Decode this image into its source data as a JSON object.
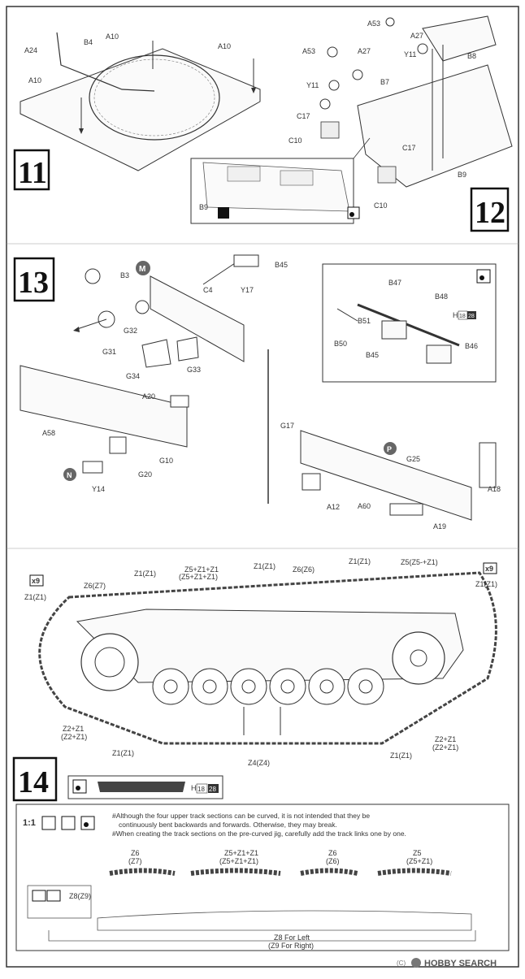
{
  "page": {
    "frame_color": "#333333",
    "accent": "#000000",
    "paper": "#ffffff"
  },
  "steps": {
    "s11": "11",
    "s12": "12",
    "s13": "13",
    "s14": "14"
  },
  "step11": {
    "parts": [
      "A10",
      "B4",
      "A10",
      "A24",
      "A10"
    ]
  },
  "step12": {
    "parts": [
      "A53",
      "A27",
      "B8",
      "A53",
      "Y11",
      "A27",
      "Y11",
      "B7",
      "C17",
      "C10",
      "C17",
      "C10",
      "B9"
    ],
    "inset_part": "B9"
  },
  "step13": {
    "badges": {
      "m": "M",
      "n": "N",
      "p": "P"
    },
    "parts_top": [
      "B3",
      "B45",
      "C4",
      "Y17",
      "G32",
      "G31",
      "G34",
      "G33"
    ],
    "parts_mid": [
      "A20",
      "A58",
      "G10",
      "G20",
      "Y14"
    ],
    "parts_gun": [
      "B47",
      "B48",
      "B51",
      "B50",
      "B45",
      "B46"
    ],
    "gun_scale": {
      "h": "H",
      "a": "18",
      "b": "28"
    },
    "parts_right": [
      "G17",
      "G25",
      "A12",
      "A60",
      "A18",
      "A19"
    ]
  },
  "step14": {
    "multiplier": "x9",
    "track_labels_top": [
      "Z1(Z1)",
      "Z5+Z1+Z1",
      "(Z5+Z1+Z1)",
      "Z1(Z1)",
      "Z6(Z6)",
      "Z1(Z1)",
      "Z5(Z5-+Z1)",
      "Z1(Z1)",
      "Z6(Z7)",
      "Z1(Z1)"
    ],
    "track_labels_bottom": [
      "Z2+Z1",
      "(Z2+Z1)",
      "Z1(Z1)",
      "Z4(Z4)",
      "Z1(Z1)",
      "Z2+Z1",
      "(Z2+Z1)"
    ],
    "scale_box": {
      "h": "H",
      "a": "18",
      "b": "28"
    },
    "jig_scale": "1:1",
    "notes": [
      "#Although the four upper track sections can be curved, it is not intended that they be",
      "continuously bent backwards and forwards. Otherwise, they may break.",
      "#When creating the track sections on the pre-curved jig, carefully add the track links one by one."
    ],
    "jig_labels": [
      {
        "a": "Z6",
        "b": "(Z7)"
      },
      {
        "a": "Z5+Z1+Z1",
        "b": "(Z5+Z1+Z1)"
      },
      {
        "a": "Z6",
        "b": "(Z6)"
      },
      {
        "a": "Z5",
        "b": "(Z5+Z1)"
      }
    ],
    "z8_label": "Z8(Z9)",
    "footer_1": "Z8 For Left",
    "footer_2": "(Z9 For Right)"
  },
  "watermark": {
    "brand": "HOBBY SEARCH",
    "copyright": "(C)"
  }
}
